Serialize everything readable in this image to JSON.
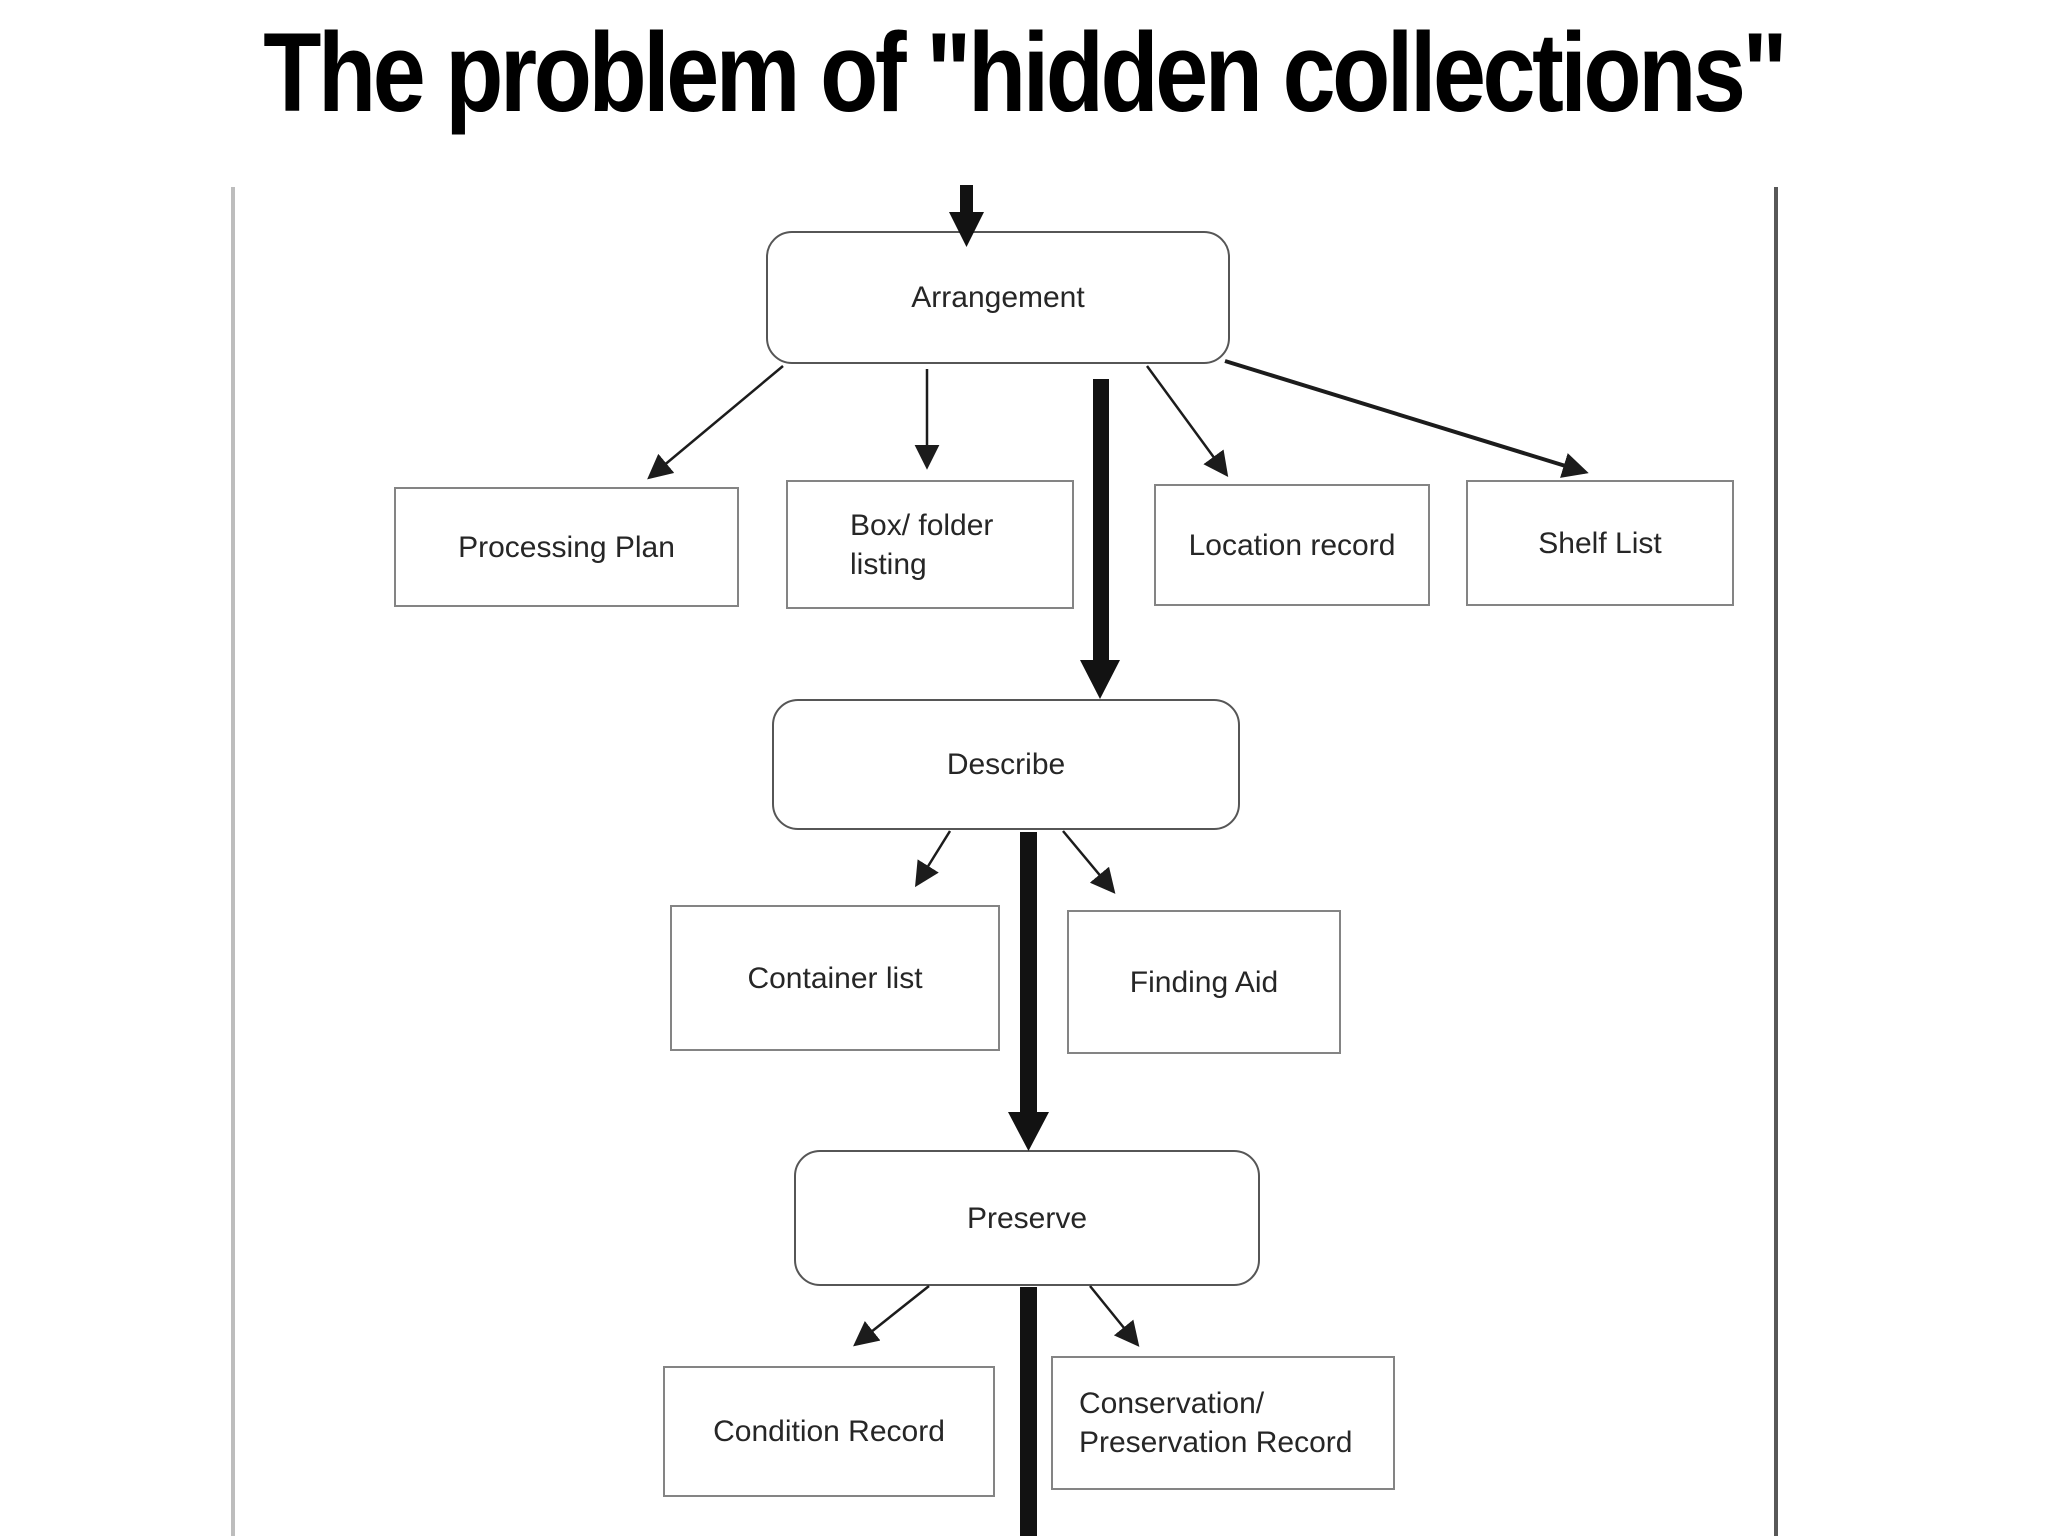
{
  "slide_title": "The problem of \"hidden collections\"",
  "diagram": {
    "nodes": {
      "arrangement": {
        "label": "Arrangement",
        "shape": "rounded"
      },
      "processing_plan": {
        "label": "Processing Plan",
        "shape": "rect"
      },
      "box_folder_listing": {
        "label": "Box/ folder\nlisting",
        "shape": "rect"
      },
      "location_record": {
        "label": "Location record",
        "shape": "rect"
      },
      "shelf_list": {
        "label": "Shelf List",
        "shape": "rect"
      },
      "describe": {
        "label": "Describe",
        "shape": "rounded"
      },
      "container_list": {
        "label": "Container list",
        "shape": "rect"
      },
      "finding_aid": {
        "label": "Finding Aid",
        "shape": "rect"
      },
      "preserve": {
        "label": "Preserve",
        "shape": "rounded"
      },
      "condition_record": {
        "label": "Condition Record",
        "shape": "rect"
      },
      "conservation_record": {
        "label": "Conservation/\nPreservation Record",
        "shape": "rect"
      }
    },
    "edges": [
      {
        "from": "top",
        "to": "arrangement",
        "style": "thick-arrow"
      },
      {
        "from": "arrangement",
        "to": "processing_plan",
        "style": "thin-arrow"
      },
      {
        "from": "arrangement",
        "to": "box_folder_listing",
        "style": "thin-arrow"
      },
      {
        "from": "arrangement",
        "to": "location_record",
        "style": "thin-arrow"
      },
      {
        "from": "arrangement",
        "to": "shelf_list",
        "style": "medium-arrow"
      },
      {
        "from": "arrangement",
        "to": "describe",
        "style": "thick-arrow"
      },
      {
        "from": "describe",
        "to": "container_list",
        "style": "thin-arrow"
      },
      {
        "from": "describe",
        "to": "finding_aid",
        "style": "thin-arrow"
      },
      {
        "from": "describe",
        "to": "preserve",
        "style": "thick-arrow"
      },
      {
        "from": "preserve",
        "to": "condition_record",
        "style": "thin-arrow"
      },
      {
        "from": "preserve",
        "to": "conservation_record",
        "style": "thin-arrow"
      },
      {
        "from": "preserve",
        "to": "bottom-edge",
        "style": "thick-line"
      }
    ],
    "colors": {
      "background": "#ffffff",
      "title_text": "#000000",
      "node_fill": "#ffffff",
      "rounded_node_border": "#565656",
      "rect_node_border": "#848484",
      "node_text": "#262626",
      "arrow": "#121212",
      "left_rule": "#bdbdbd",
      "right_rule": "#585858"
    }
  }
}
